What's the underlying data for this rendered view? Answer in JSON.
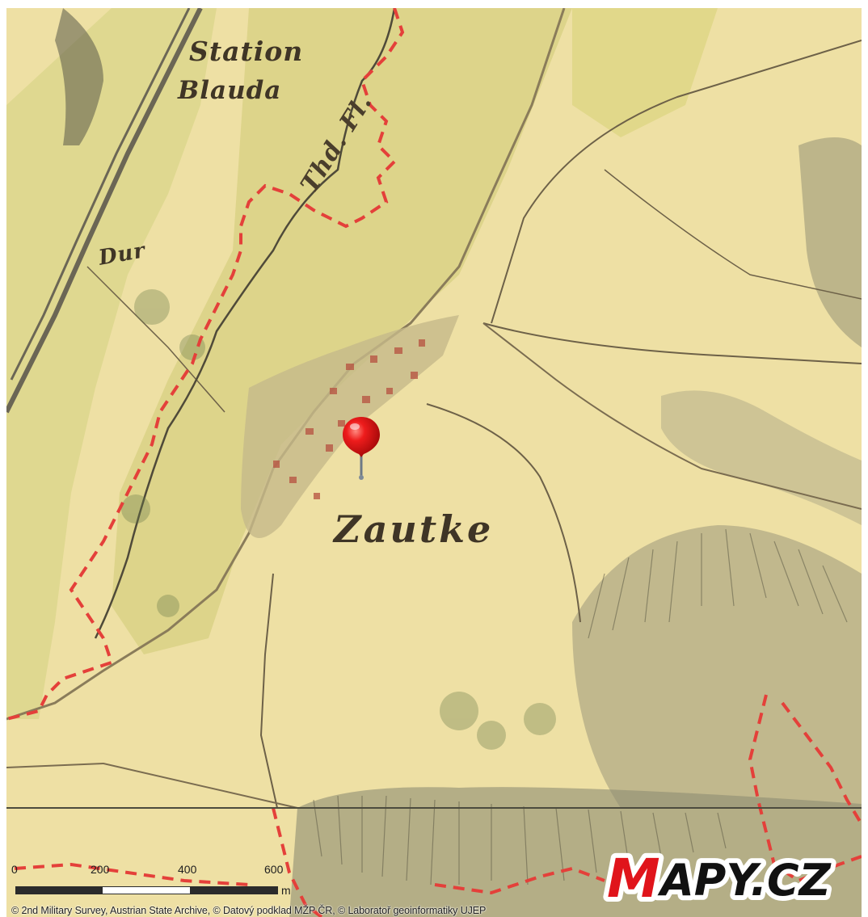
{
  "map": {
    "labels": {
      "station": "Station",
      "blauda": "Blauda",
      "village": "Zautke",
      "small": "Dur",
      "stream": "Thd. Fl."
    },
    "marker": {
      "color": "#e0141b",
      "icon": "map-pin-icon"
    }
  },
  "scale": {
    "ticks": [
      "0",
      "200",
      "400",
      "600"
    ],
    "unit": "m"
  },
  "logo": {
    "text": "MAPY.CZ",
    "icon": "mapy-cz-logo",
    "color": "#e0141b"
  },
  "attribution": "© 2nd Military Survey, Austrian State Archive, © Datový podklad MŽP ČR, © Laboratoř geoinformatiky UJEP",
  "colors": {
    "paper": "#eee0a4",
    "boundary": "#e4403a",
    "hachure": "#5d5a46",
    "vegetation": "#d3cf79"
  }
}
